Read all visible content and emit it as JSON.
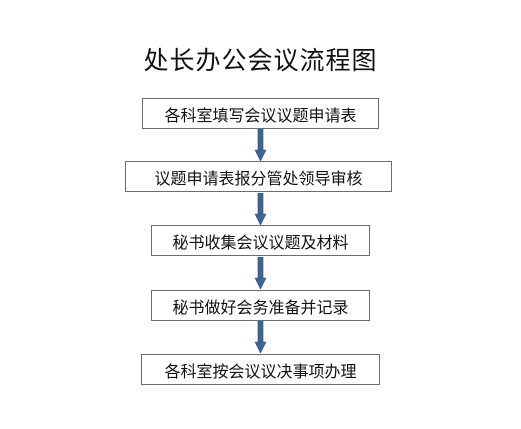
{
  "diagram": {
    "title": "处长办公会议流程图",
    "steps": [
      "各科室填写会议议题申请表",
      "议题申请表报分管处领导审核",
      "秘书收集会议议题及材料",
      "秘书做好会务准备并记录",
      "各科室按会议议决事项办理"
    ],
    "arrow_color": "#3d6696",
    "box_border_color": "#6d6d6d"
  }
}
